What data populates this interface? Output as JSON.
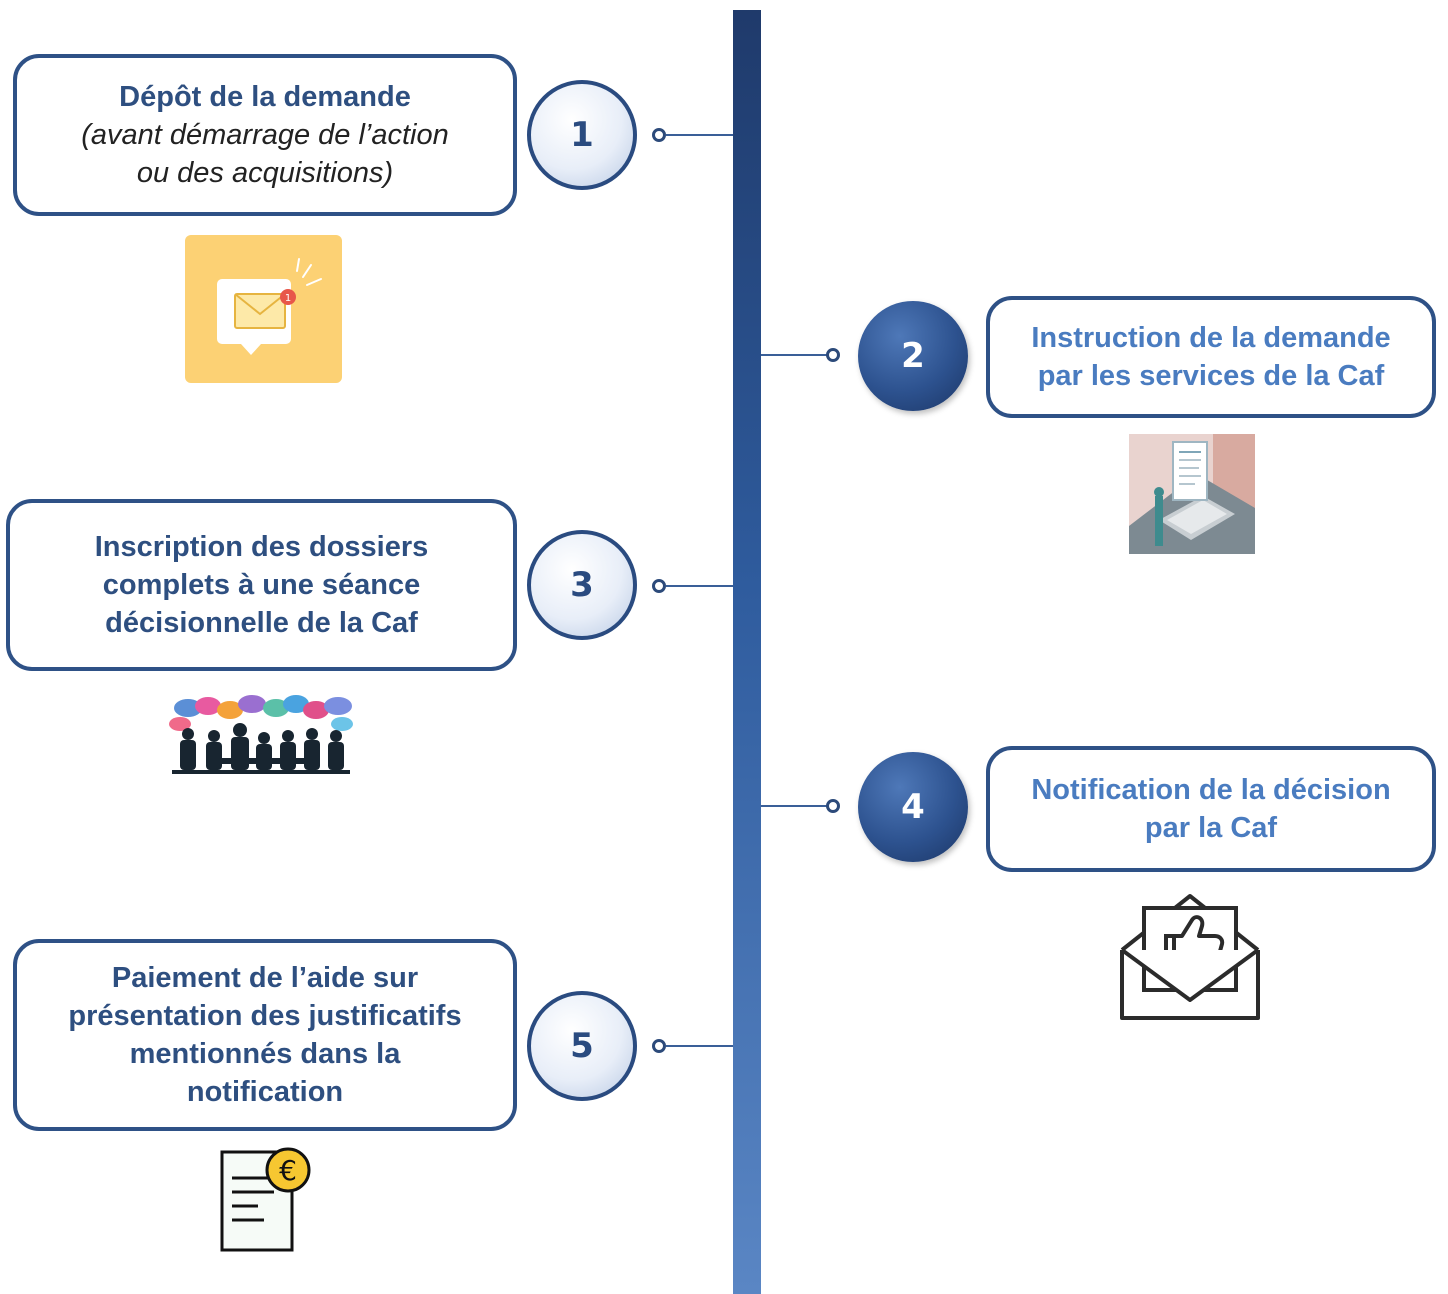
{
  "steps": [
    {
      "number": "1",
      "title": "Dépôt de la demande",
      "subtitle_line1": "(avant démarrage de l’action",
      "subtitle_line2": "ou des acquisitions)",
      "icon": "mail-notification-icon"
    },
    {
      "number": "2",
      "title_line1": "Instruction de la demande",
      "title_line2": "par les services de la Caf",
      "icon": "document-review-icon"
    },
    {
      "number": "3",
      "title_line1": "Inscription des dossiers",
      "title_line2": "complets à une séance",
      "title_line3": "décisionnelle de la Caf",
      "icon": "meeting-people-icon"
    },
    {
      "number": "4",
      "title_line1": "Notification de la décision",
      "title_line2": "par la Caf",
      "icon": "envelope-thumbs-up-icon"
    },
    {
      "number": "5",
      "title_line1": "Paiement de l’aide sur",
      "title_line2": "présentation des justificatifs",
      "title_line3": "mentionnés dans la",
      "title_line4": "notification",
      "icon": "invoice-euro-icon",
      "icon_symbol": "€"
    }
  ],
  "colors": {
    "spine_top": "#1f3a6b",
    "spine_bottom": "#5a86c4",
    "box_border": "#2e5186",
    "left_text": "#2e4f80",
    "right_text": "#4a7cc0"
  }
}
